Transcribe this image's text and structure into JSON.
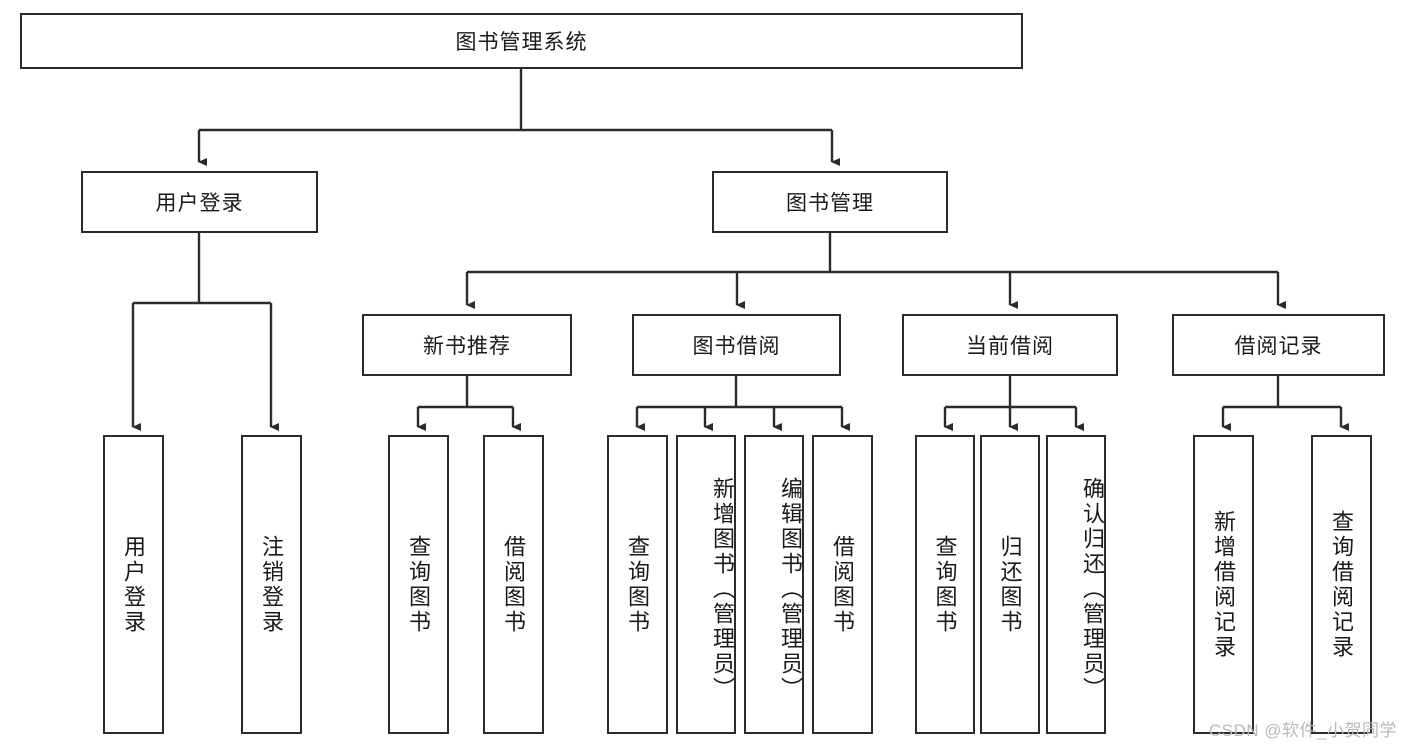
{
  "diagram": {
    "type": "tree",
    "title": "图书管理系统",
    "root": {
      "label": "图书管理系统"
    },
    "level2": [
      {
        "label": "用户登录"
      },
      {
        "label": "图书管理"
      }
    ],
    "level3": [
      {
        "label": "新书推荐"
      },
      {
        "label": "图书借阅"
      },
      {
        "label": "当前借阅"
      },
      {
        "label": "借阅记录"
      }
    ],
    "leaves": [
      {
        "label": "用户登录",
        "parent": "用户登录"
      },
      {
        "label": "注销登录",
        "parent": "用户登录"
      },
      {
        "label": "查询图书",
        "parent": "新书推荐"
      },
      {
        "label": "借阅图书",
        "parent": "新书推荐"
      },
      {
        "label": "查询图书",
        "parent": "图书借阅"
      },
      {
        "label": "新增图书（管理员）",
        "parent": "图书借阅"
      },
      {
        "label": "编辑图书（管理员）",
        "parent": "图书借阅"
      },
      {
        "label": "借阅图书",
        "parent": "图书借阅"
      },
      {
        "label": "查询图书",
        "parent": "当前借阅"
      },
      {
        "label": "归还图书",
        "parent": "当前借阅"
      },
      {
        "label": "确认归还（管理员）",
        "parent": "当前借阅"
      },
      {
        "label": "新增借阅记录",
        "parent": "借阅记录"
      },
      {
        "label": "查询借阅记录",
        "parent": "借阅记录"
      }
    ],
    "colors": {
      "stroke": "#2b2b2b",
      "fill": "#ffffff",
      "text": "#1a1a1a",
      "watermark": "#b9b9b9"
    }
  },
  "watermark": {
    "text": "CSDN @软件_小贺同学"
  }
}
